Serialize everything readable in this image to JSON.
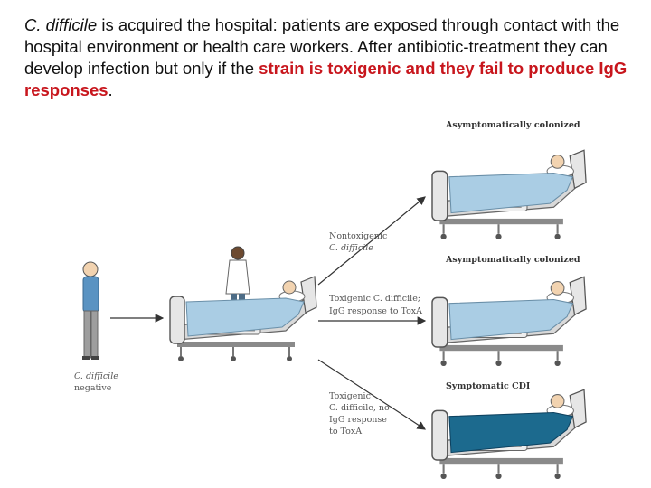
{
  "caption": {
    "organism": "C. difficile",
    "part1": " is acquired the hospital: patients are exposed through contact with the hospital environment or health care workers.  After antibiotic-treatment they can develop infection but only if the ",
    "highlight": "strain is toxigenic and they fail to produce IgG responses",
    "end": "."
  },
  "person_label": {
    "line1": "C. difficile",
    "line2": "negative"
  },
  "branches": [
    {
      "condition": [
        "Nontoxigenic",
        "C. difficile"
      ],
      "outcome": "Asymptomatically colonized",
      "blanket_color": "#aacde4"
    },
    {
      "condition": [
        "Toxigenic C. difficile;",
        "IgG response to ToxA"
      ],
      "outcome": "Asymptomatically colonized",
      "blanket_color": "#aacde4"
    },
    {
      "condition": [
        "Toxigenic",
        "C. difficile, no",
        "IgG response",
        "to ToxA"
      ],
      "outcome": "Symptomatic CDI",
      "blanket_color": "#1c6a8e"
    }
  ],
  "colors": {
    "highlight": "#c8161d",
    "blanket": "#aacde4",
    "blanket_sick": "#1c6a8e",
    "bed_frame": "#6a6a6a",
    "person_shirt": "#5a93c2"
  }
}
